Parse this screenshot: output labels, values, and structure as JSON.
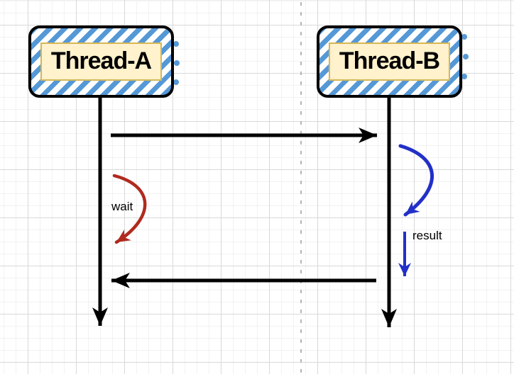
{
  "diagram": {
    "type": "sequence-diagram",
    "actors": [
      {
        "id": "thread-a",
        "label": "Thread-A"
      },
      {
        "id": "thread-b",
        "label": "Thread-B"
      }
    ],
    "messages": [
      {
        "id": "call",
        "from": "thread-a",
        "to": "thread-b",
        "style": "solid-black-arrow",
        "direction": "right"
      },
      {
        "id": "return",
        "from": "thread-b",
        "to": "thread-a",
        "style": "solid-black-arrow",
        "direction": "left"
      }
    ],
    "annotations": [
      {
        "id": "wait",
        "text": "wait",
        "shape": "red-curved-self-arrow",
        "color": "#b02a1e"
      },
      {
        "id": "result",
        "text": "result",
        "shape": "blue-curved-and-straight-arrow",
        "color": "#2230c8"
      }
    ],
    "divider": {
      "style": "dashed-vertical-line",
      "color": "#b5b5b5"
    }
  },
  "colors": {
    "hatch-blue": "#5598d6",
    "plate-bg": "#fff2cc",
    "plate-border": "#d6b656",
    "arrow-black": "#000000",
    "wait-red": "#b02a1e",
    "result-blue": "#2230c8",
    "grid-minor": "#f2f2f2",
    "grid-major": "#d9d9d9",
    "divider-gray": "#b5b5b5",
    "canvas-bg": "#ffffff"
  }
}
